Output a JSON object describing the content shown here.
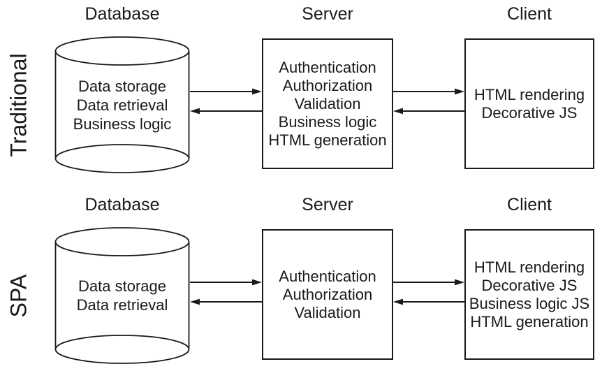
{
  "colors": {
    "ink": "#1a1a1a",
    "background": "#ffffff"
  },
  "rows": [
    {
      "label": "Traditional",
      "database": {
        "header": "Database",
        "lines": [
          "Data storage",
          "Data retrieval",
          "Business logic"
        ]
      },
      "server": {
        "header": "Server",
        "lines": [
          "Authentication",
          "Authorization",
          "Validation",
          "Business logic",
          "HTML generation"
        ]
      },
      "client": {
        "header": "Client",
        "lines": [
          "HTML rendering",
          "Decorative JS"
        ]
      },
      "connections": [
        {
          "from": "Database",
          "to": "Server",
          "type": "bidirectional"
        },
        {
          "from": "Server",
          "to": "Client",
          "type": "bidirectional"
        }
      ]
    },
    {
      "label": "SPA",
      "database": {
        "header": "Database",
        "lines": [
          "Data storage",
          "Data retrieval"
        ]
      },
      "server": {
        "header": "Server",
        "lines": [
          "Authentication",
          "Authorization",
          "Validation"
        ]
      },
      "client": {
        "header": "Client",
        "lines": [
          "HTML rendering",
          "Decorative JS",
          "Business logic JS",
          "HTML generation"
        ]
      },
      "connections": [
        {
          "from": "Database",
          "to": "Server",
          "type": "bidirectional"
        },
        {
          "from": "Server",
          "to": "Client",
          "type": "bidirectional"
        }
      ]
    }
  ]
}
